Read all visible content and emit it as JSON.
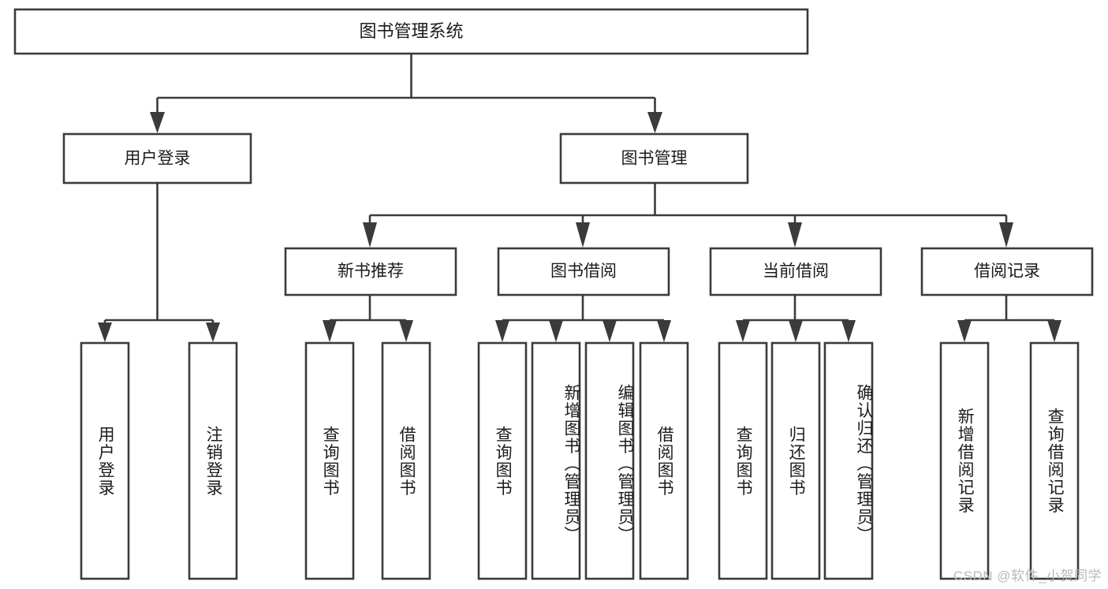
{
  "diagram": {
    "type": "tree-hierarchy-chart",
    "title": "图书管理系统",
    "orientation": "top-down",
    "colors": {
      "box_fill": "#ffffff",
      "box_stroke": "#3b3b3b",
      "text": "#1c1c1c",
      "background": "#ffffff",
      "watermark": "#b9b9b9"
    },
    "root": {
      "label": "图书管理系统",
      "level": 0
    },
    "level1": [
      {
        "label": "用户登录",
        "level": 1
      },
      {
        "label": "图书管理",
        "level": 1
      }
    ],
    "level2": [
      {
        "label": "新书推荐",
        "parent": "图书管理",
        "level": 2
      },
      {
        "label": "图书借阅",
        "parent": "图书管理",
        "level": 2
      },
      {
        "label": "当前借阅",
        "parent": "图书管理",
        "level": 2
      },
      {
        "label": "借阅记录",
        "parent": "图书管理",
        "level": 2
      }
    ],
    "leaves": {
      "用户登录": [
        "用户登录",
        "注销登录"
      ],
      "新书推荐": [
        "查询图书",
        "借阅图书"
      ],
      "图书借阅": [
        "查询图书",
        "新增图书（管理员）",
        "编辑图书（管理员）",
        "借阅图书"
      ],
      "当前借阅": [
        "查询图书",
        "归还图书",
        "确认归还（管理员）"
      ],
      "借阅记录": [
        "新增借阅记录",
        "查询借阅记录"
      ]
    },
    "leaf_list": [
      "用户登录",
      "注销登录",
      "查询图书",
      "借阅图书",
      "查询图书",
      "新增图书（管理员）",
      "编辑图书（管理员）",
      "借阅图书",
      "查询图书",
      "归还图书",
      "确认归还（管理员）",
      "新增借阅记录",
      "查询借阅记录"
    ],
    "watermark": "CSDN @软件_小贺同学"
  }
}
